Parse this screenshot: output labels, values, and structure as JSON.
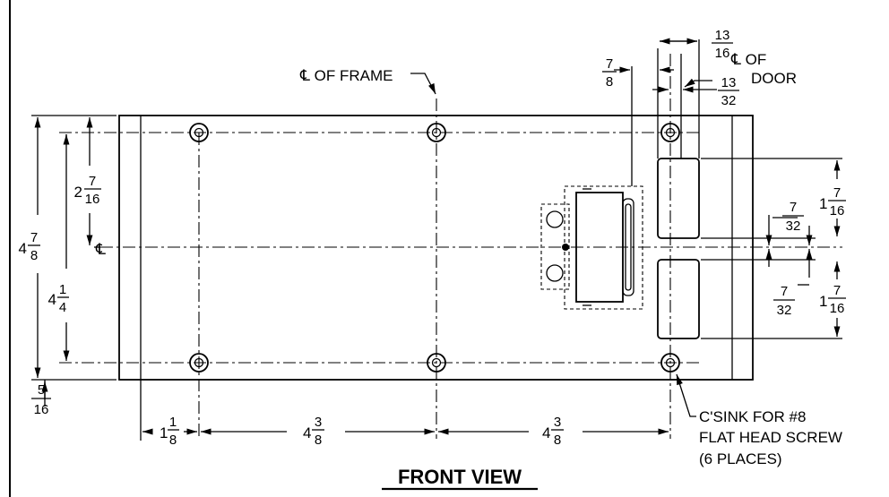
{
  "title": "FRONT VIEW",
  "callouts": {
    "frame_centerline": "℄ OF FRAME",
    "door_centerline_1": "℄ OF",
    "door_centerline_2": "DOOR",
    "center_mark": "℄",
    "csink_line1": "C'SINK FOR #8",
    "csink_line2": "FLAT HEAD SCREW",
    "csink_line3": "(6 PLACES)"
  },
  "dimensions": {
    "overall_height": {
      "whole": "4",
      "num": "7",
      "den": "8"
    },
    "hole_spacing_vertical": {
      "whole": "4",
      "num": "1",
      "den": "4"
    },
    "top_hole_to_centerline": {
      "whole": "2",
      "num": "7",
      "den": "16"
    },
    "bottom_edge_offset": {
      "whole": "",
      "num": "5",
      "den": "16"
    },
    "left_hole_offset": {
      "whole": "1",
      "num": "1",
      "den": "8"
    },
    "hole_spacing_left": {
      "whole": "4",
      "num": "3",
      "den": "8"
    },
    "hole_spacing_right": {
      "whole": "4",
      "num": "3",
      "den": "8"
    },
    "door_width": {
      "whole": "",
      "num": "13",
      "den": "16"
    },
    "door_center_offset": {
      "whole": "",
      "num": "13",
      "den": "32"
    },
    "latch_offset": {
      "whole": "",
      "num": "7",
      "den": "8"
    },
    "hinge_gap_upper": {
      "whole": "",
      "num": "7",
      "den": "32"
    },
    "hinge_gap_lower": {
      "whole": "",
      "num": "7",
      "den": "32"
    },
    "hinge_height_upper": {
      "whole": "1",
      "num": "7",
      "den": "16"
    },
    "hinge_height_lower": {
      "whole": "1",
      "num": "7",
      "den": "16"
    }
  }
}
